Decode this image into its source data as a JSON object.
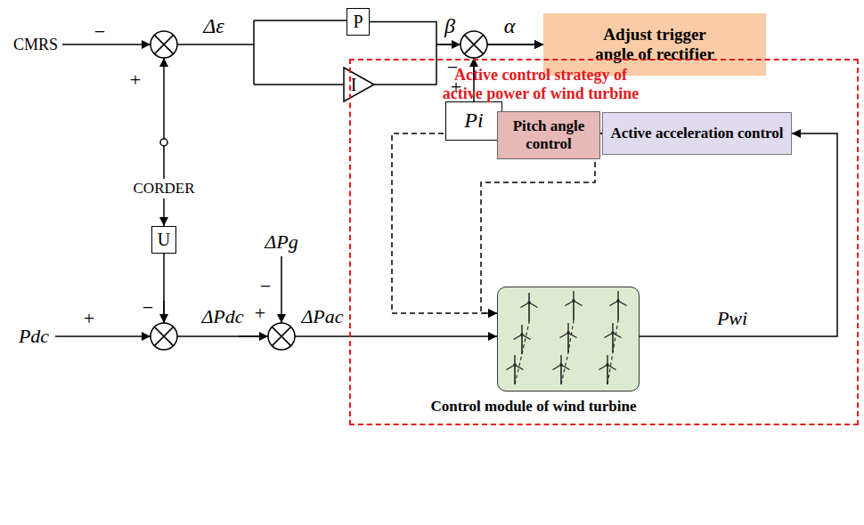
{
  "diagram": {
    "nodes": [
      {
        "text": [
          "P"
        ]
      },
      {
        "text": [
          "I"
        ]
      },
      {
        "text": [
          "Pi"
        ]
      },
      {
        "text": [
          "Adjust trigger angle of rectifier"
        ]
      },
      {
        "text": [
          "U"
        ]
      },
      {
        "text": [
          "Active control strategy of active power of wind turbine"
        ]
      },
      {
        "text": [
          "Pitch angle control"
        ],
        "in": 5
      },
      {
        "text": [
          "Active acceleration control"
        ],
        "in": 5
      },
      {
        "text": [
          "Control module of wind turbine"
        ],
        "in": 5
      }
    ],
    "edges": [
      {
        "from": 0,
        "to": 3,
        "arrow": "to"
      },
      {
        "from": 1,
        "to": 3,
        "arrow": "to"
      },
      {
        "from": 2,
        "to": 3,
        "arrow": "to"
      },
      {
        "from": 4,
        "to": 8,
        "arrow": "to"
      },
      {
        "from": 8,
        "to": 7,
        "arrow": "to"
      },
      {
        "from": 7,
        "to": 6,
        "arrow": "to"
      },
      {
        "from": 6,
        "to": 8,
        "arrow": "to"
      },
      {
        "from": 7,
        "to": 8,
        "arrow": "to"
      }
    ],
    "labels": [
      "CMRS",
      "−",
      "+",
      "Δε",
      "β",
      "−",
      "α",
      "+",
      "CORDER",
      "−",
      "Pdc",
      "+",
      "ΔPdc",
      "+",
      "ΔPg",
      "−",
      "ΔPac",
      "Pwi"
    ]
  }
}
